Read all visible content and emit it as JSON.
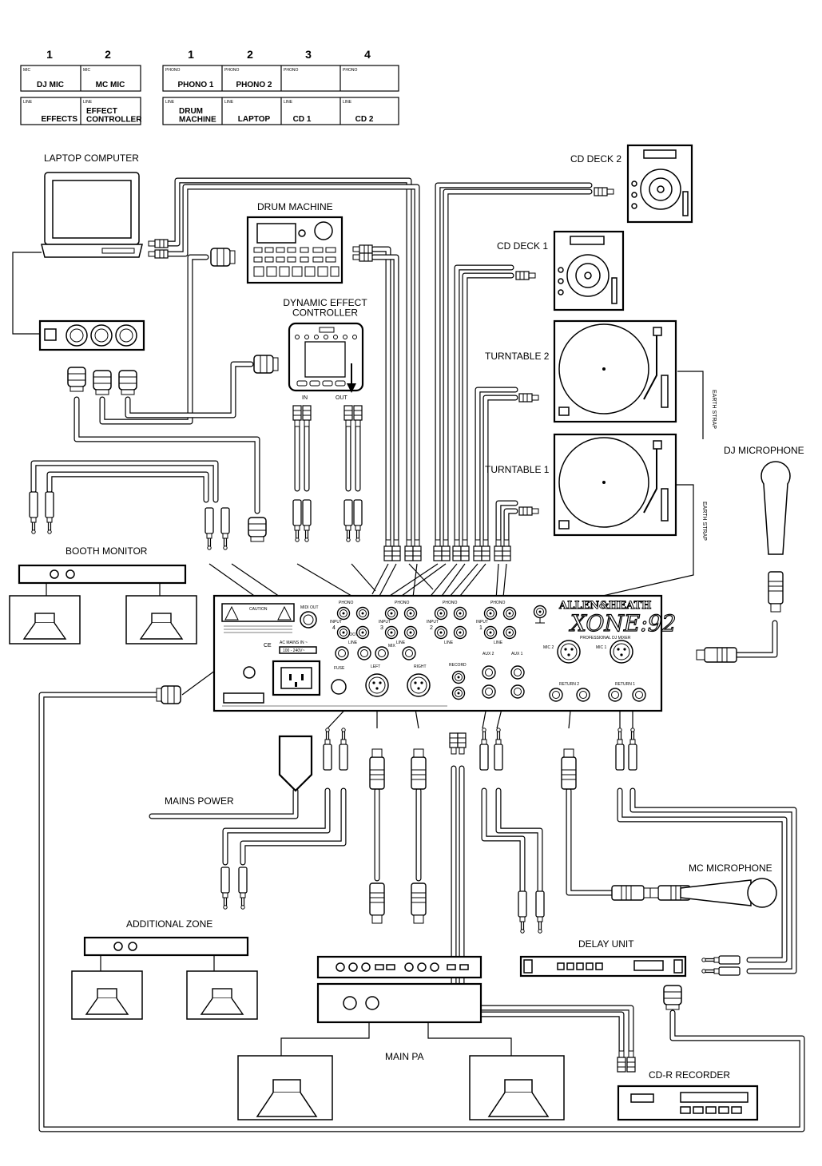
{
  "channel_table": {
    "mic_numbers": [
      "1",
      "2"
    ],
    "mic_cells": [
      {
        "tag": "MIC",
        "name": "DJ MIC"
      },
      {
        "tag": "MIC",
        "name": "MC MIC"
      }
    ],
    "line_cells_left": [
      {
        "tag": "LINE",
        "name": "EFFECTS"
      },
      {
        "tag": "LINE",
        "name": "EFFECT\nCONTROLLER"
      }
    ],
    "phono_numbers": [
      "1",
      "2",
      "3",
      "4"
    ],
    "phono_cells": [
      {
        "tag": "PHONO",
        "name": "PHONO 1"
      },
      {
        "tag": "PHONO",
        "name": "PHONO 2"
      },
      {
        "tag": "PHONO",
        "name": ""
      },
      {
        "tag": "PHONO",
        "name": ""
      }
    ],
    "line_cells_right": [
      {
        "tag": "LINE",
        "name": "DRUM\nMACHINE"
      },
      {
        "tag": "LINE",
        "name": "LAPTOP"
      },
      {
        "tag": "LINE",
        "name": "CD 1"
      },
      {
        "tag": "LINE",
        "name": "CD 2"
      }
    ]
  },
  "devices": {
    "laptop": "LAPTOP COMPUTER",
    "drum_machine": "DRUM MACHINE",
    "effect_controller": "DYNAMIC EFFECT\nCONTROLLER",
    "effect_in": "IN",
    "effect_out": "OUT",
    "cd_deck_2": "CD DECK 2",
    "cd_deck_1": "CD DECK 1",
    "turntable_2": "TURNTABLE 2",
    "turntable_1": "TURNTABLE 1",
    "earth_strap": "EARTH STRAP",
    "dj_microphone": "DJ MICROPHONE",
    "booth_monitor": "BOOTH MONITOR",
    "mains_power": "MAINS POWER",
    "mc_microphone": "MC MICROPHONE",
    "additional_zone": "ADDITIONAL ZONE",
    "delay_unit": "DELAY UNIT",
    "main_pa": "MAIN PA",
    "cd_r_recorder": "CD-R RECORDER"
  },
  "mixer": {
    "brand": "ALLEN&HEATH",
    "model": "XONE:92",
    "subtitle": "PROFESSIONAL DJ MIXER",
    "caution": "CAUTION",
    "midi_out": "MIDI OUT",
    "ac_mains": "AC MAINS IN ~",
    "voltage": "100 - 240V~",
    "fuse": "FUSE",
    "booth": "BOOTH",
    "mix": "MIX",
    "left": "LEFT",
    "right": "RIGHT",
    "record": "RECORD",
    "aux2": "AUX 2",
    "aux1": "AUX 1",
    "mic2": "MIC 2",
    "mic1": "MIC 1",
    "return2": "RETURN 2",
    "return1": "RETURN 1",
    "phono": "PHONO",
    "line": "LINE",
    "input": "INPUT",
    "channel_numbers": [
      "4",
      "3",
      "2",
      "1"
    ]
  }
}
